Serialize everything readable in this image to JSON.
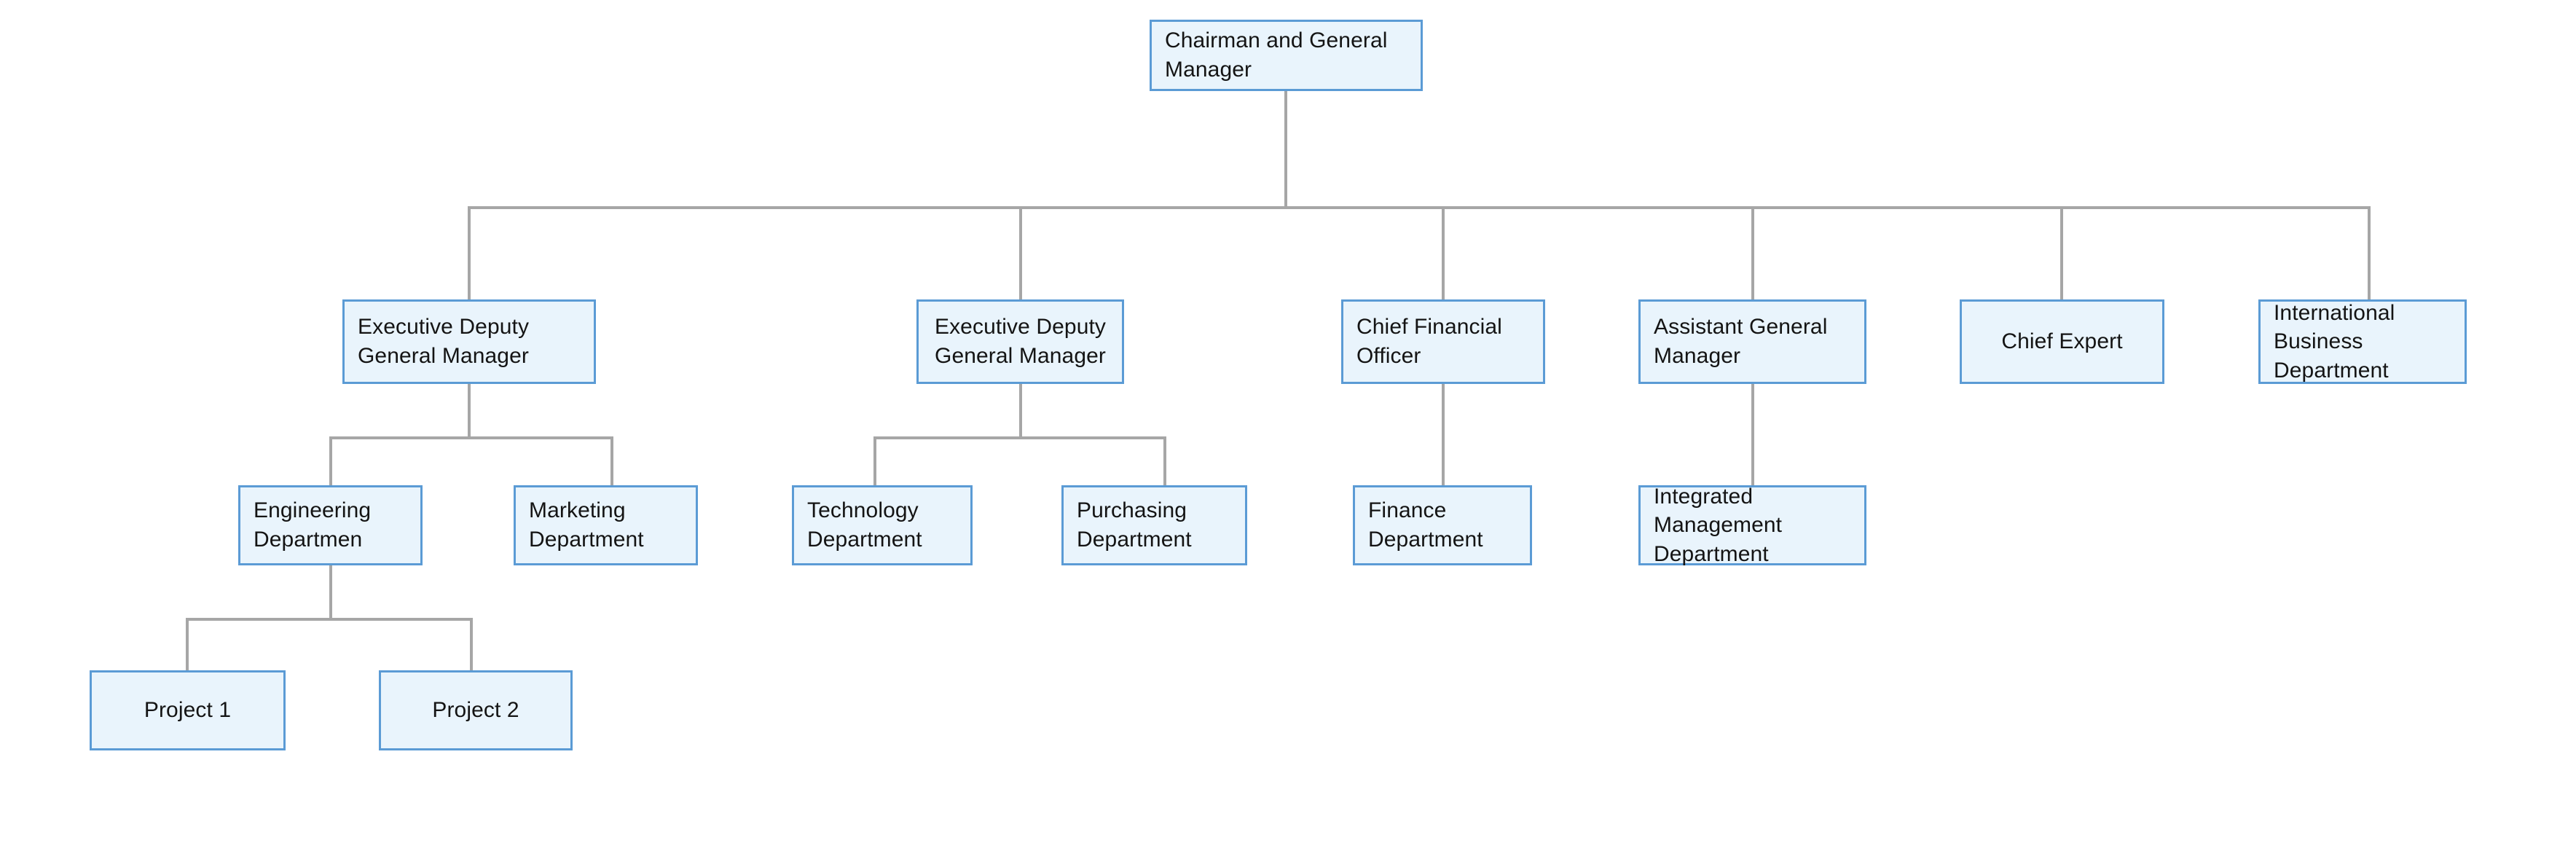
{
  "diagram": {
    "title": "Organizational Structure Chart",
    "type": "org-chart",
    "colors": {
      "node_fill": "#e9f4fc",
      "node_border": "#5b9bd5",
      "connector": "#a6a6a6",
      "text": "#141414",
      "background": "#ffffff"
    }
  },
  "nodes": {
    "chairman": {
      "label": "Chairman and General Manager"
    },
    "exec_deputy_gm_1": {
      "label": "Executive Deputy General Manager"
    },
    "exec_deputy_gm_2": {
      "label": "Executive Deputy General Manager"
    },
    "cfo": {
      "label": "Chief Financial Officer"
    },
    "assistant_gm": {
      "label": "Assistant General Manager"
    },
    "chief_expert": {
      "label": "Chief Expert"
    },
    "international_business": {
      "label": "International Business Department"
    },
    "engineering": {
      "label": "Engineering Departmen"
    },
    "marketing": {
      "label": "Marketing Department"
    },
    "technology": {
      "label": "Technology Department"
    },
    "purchasing": {
      "label": "Purchasing Department"
    },
    "finance": {
      "label": "Finance Department"
    },
    "integrated_management": {
      "label": "Integrated Management Department"
    },
    "project_1": {
      "label": "Project 1"
    },
    "project_2": {
      "label": "Project 2"
    }
  },
  "hierarchy": {
    "root": "chairman",
    "edges": [
      {
        "from": "chairman",
        "to": "exec_deputy_gm_1"
      },
      {
        "from": "chairman",
        "to": "exec_deputy_gm_2"
      },
      {
        "from": "chairman",
        "to": "cfo"
      },
      {
        "from": "chairman",
        "to": "assistant_gm"
      },
      {
        "from": "chairman",
        "to": "chief_expert"
      },
      {
        "from": "chairman",
        "to": "international_business"
      },
      {
        "from": "exec_deputy_gm_1",
        "to": "engineering"
      },
      {
        "from": "exec_deputy_gm_1",
        "to": "marketing"
      },
      {
        "from": "exec_deputy_gm_2",
        "to": "technology"
      },
      {
        "from": "exec_deputy_gm_2",
        "to": "purchasing"
      },
      {
        "from": "cfo",
        "to": "finance"
      },
      {
        "from": "assistant_gm",
        "to": "integrated_management"
      },
      {
        "from": "engineering",
        "to": "project_1"
      },
      {
        "from": "engineering",
        "to": "project_2"
      }
    ]
  }
}
